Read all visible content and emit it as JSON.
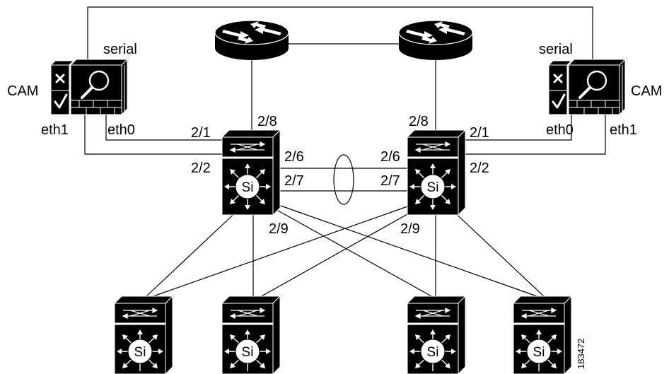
{
  "diagram": {
    "figure_id": "183472",
    "switch_text": "Si",
    "cam_left": {
      "name": "CAM",
      "serial": "serial",
      "eth0": "eth0",
      "eth1": "eth1"
    },
    "cam_right": {
      "name": "CAM",
      "serial": "serial",
      "eth0": "eth0",
      "eth1": "eth1"
    },
    "core_left_ports": {
      "p21": "2/1",
      "p22": "2/2",
      "p26": "2/6",
      "p27": "2/7",
      "p28": "2/8",
      "p29": "2/9"
    },
    "core_right_ports": {
      "p21": "2/1",
      "p22": "2/2",
      "p26": "2/6",
      "p27": "2/7",
      "p28": "2/8",
      "p29": "2/9"
    }
  }
}
